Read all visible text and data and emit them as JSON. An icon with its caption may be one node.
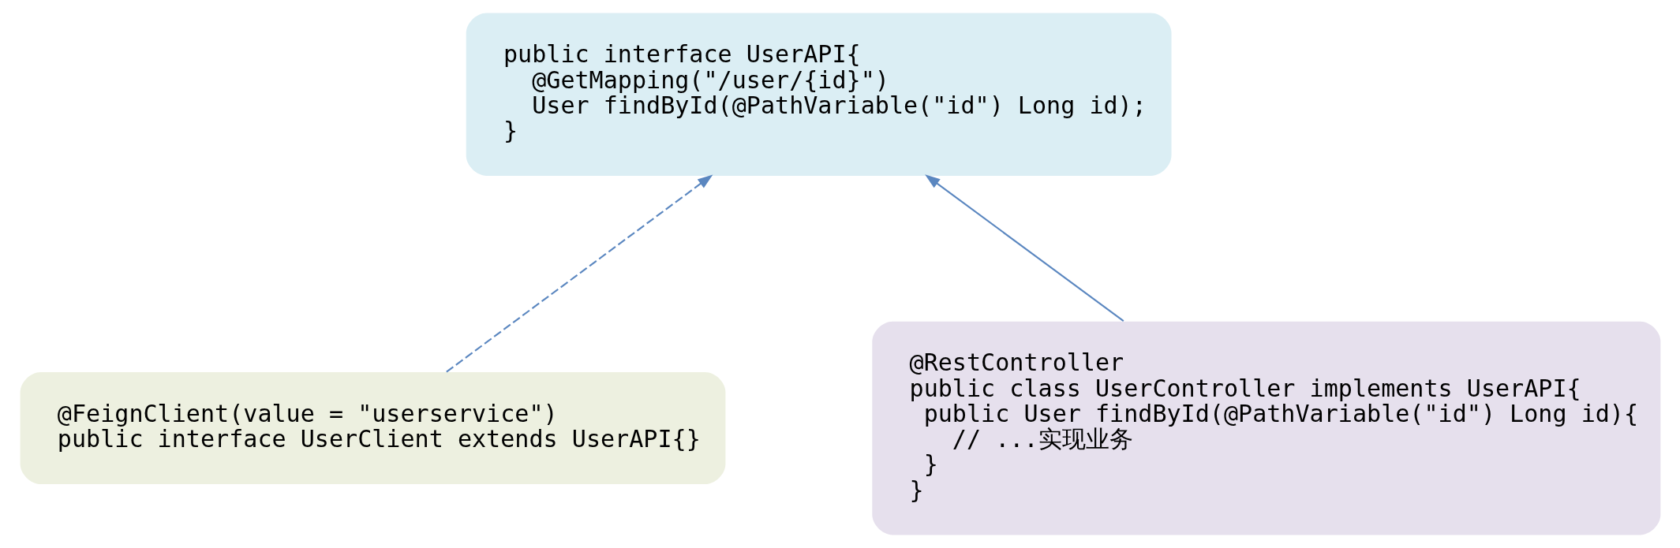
{
  "diagram": {
    "nodes": [
      {
        "text": [
          "public interface UserAPI{",
          "@GetMapping(\"/user/{id}\")",
          "User findById(@PathVariable(\"id\") Long id);",
          "}"
        ]
      },
      {
        "text": [
          "@FeignClient(value = \"userservice\")",
          "public interface UserClient extends UserAPI{}"
        ]
      },
      {
        "text": [
          "@RestController",
          "public class UserController implements UserAPI{",
          "public User findById(@PathVariable(\"id\") Long id){",
          "// ...实现业务",
          "}",
          "}"
        ]
      }
    ],
    "edges": [
      {
        "from": 1,
        "to": 0,
        "arrow": "to",
        "style": "dashed"
      },
      {
        "from": 2,
        "to": 0,
        "arrow": "to"
      }
    ]
  }
}
